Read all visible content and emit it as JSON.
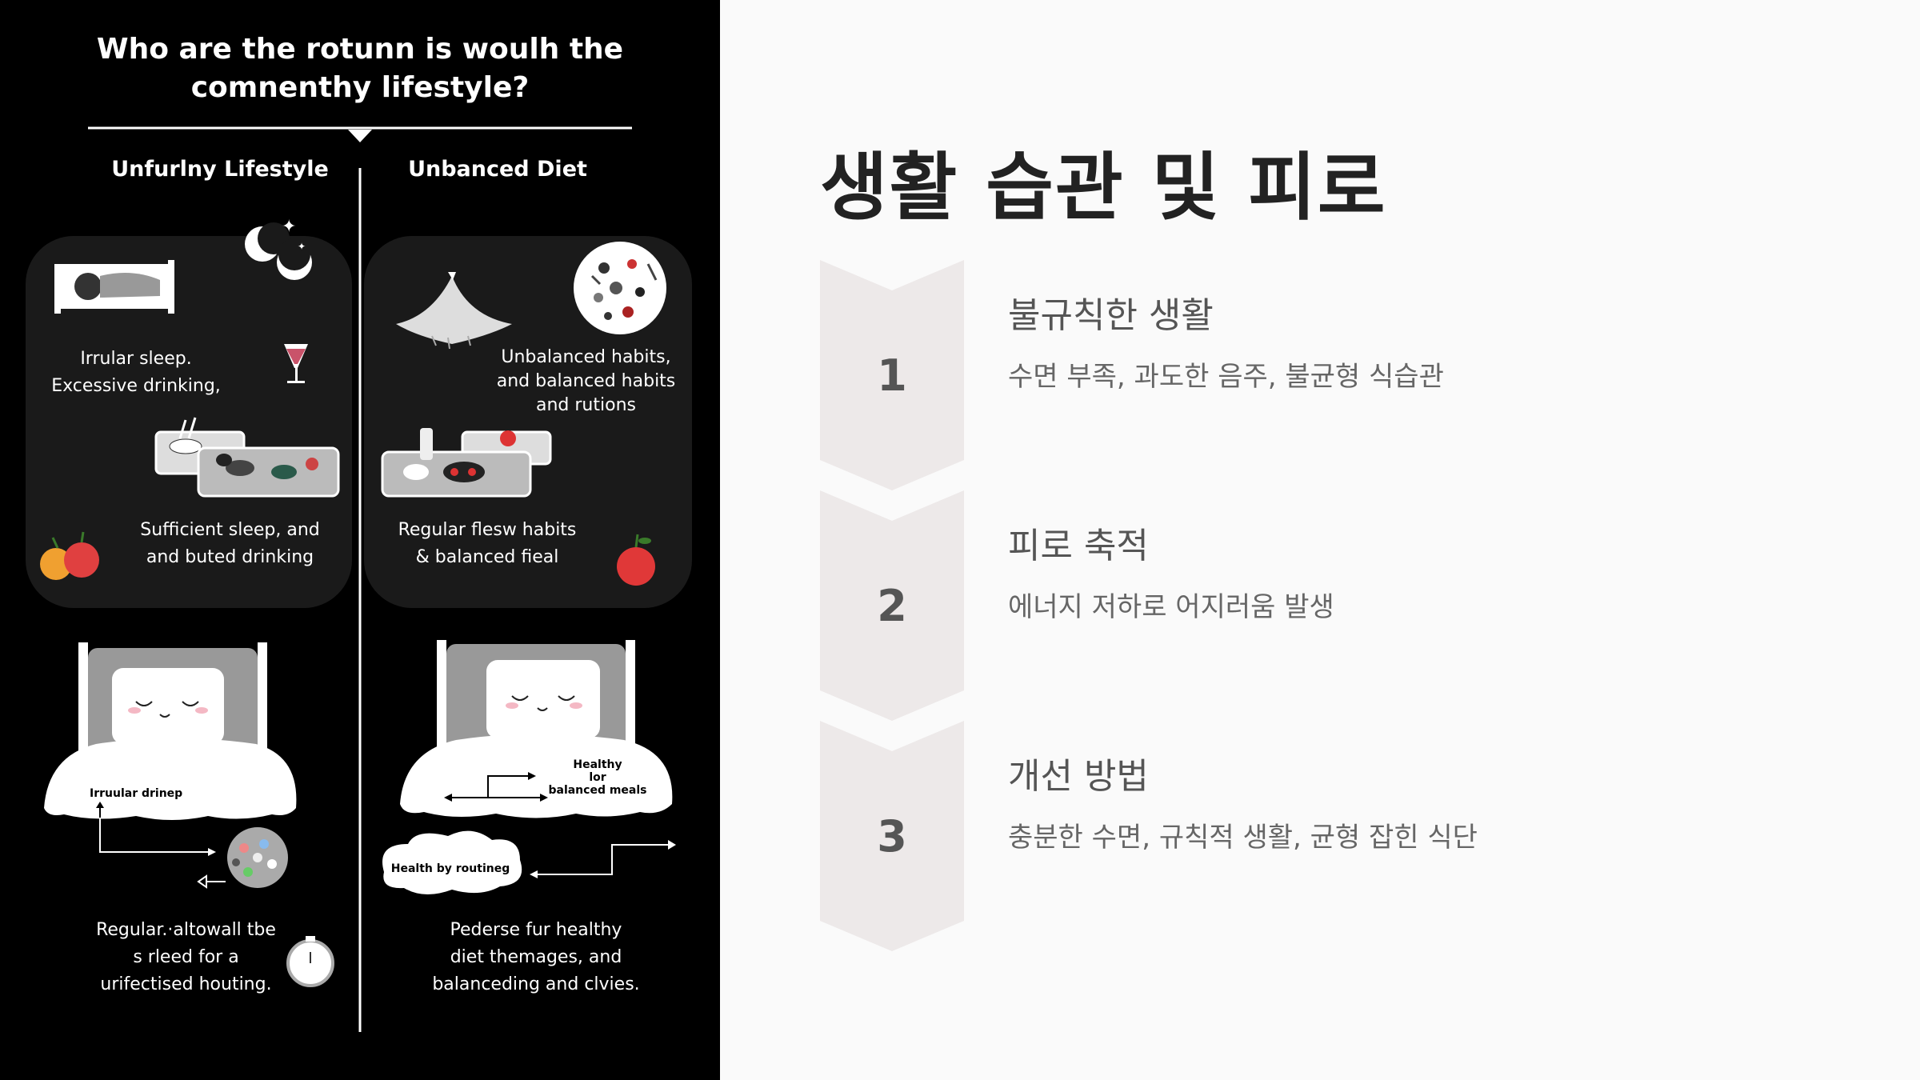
{
  "infographic": {
    "title_line1": "Who are the rotunn is woulh the",
    "title_line2": "comnenthy lifestyle?",
    "left_column": {
      "heading": "Unfurlny Lifestyle",
      "panel_caption_1": [
        "Irrular sleep.",
        "Excessive drinking,"
      ],
      "panel_caption_2": [
        "Sufficient sleep, and",
        "and buted drinking"
      ],
      "bed_label": "Irruular drinep",
      "bottom_caption": [
        "Regular.·altowall tbe",
        "s rleed  for a",
        "urifectised houting."
      ]
    },
    "right_column": {
      "heading": "Unbanced Diet",
      "panel_caption_1": [
        "Unbalanced habits,",
        "and balanced habits",
        "and rutions"
      ],
      "panel_caption_2": [
        "Regular flesw habits",
        "& balanced fieal"
      ],
      "bed_label": [
        "Healthy",
        "lor",
        "balanced meals"
      ],
      "cloud_label": "Health by routineg",
      "bottom_caption": [
        "Pederse fur healthy",
        "diet themages, and",
        "balanceding and clvies."
      ]
    }
  },
  "slide": {
    "title": "생활 습관 및 피로",
    "steps": [
      {
        "number": "1",
        "title": "불규칙한 생활",
        "description": "수면 부족, 과도한 음주, 불균형 식습관"
      },
      {
        "number": "2",
        "title": "피로 축적",
        "description": "에너지 저하로 어지러움 발생"
      },
      {
        "number": "3",
        "title": "개선 방법",
        "description": "충분한 수면, 규칙적 생활, 균형 잡힌 식단"
      }
    ]
  },
  "colors": {
    "panel_bg": "#000000",
    "slide_bg": "#fafafa",
    "chevron_fill": "#ede9e9",
    "title_text": "#222222",
    "body_text": "#555555"
  }
}
